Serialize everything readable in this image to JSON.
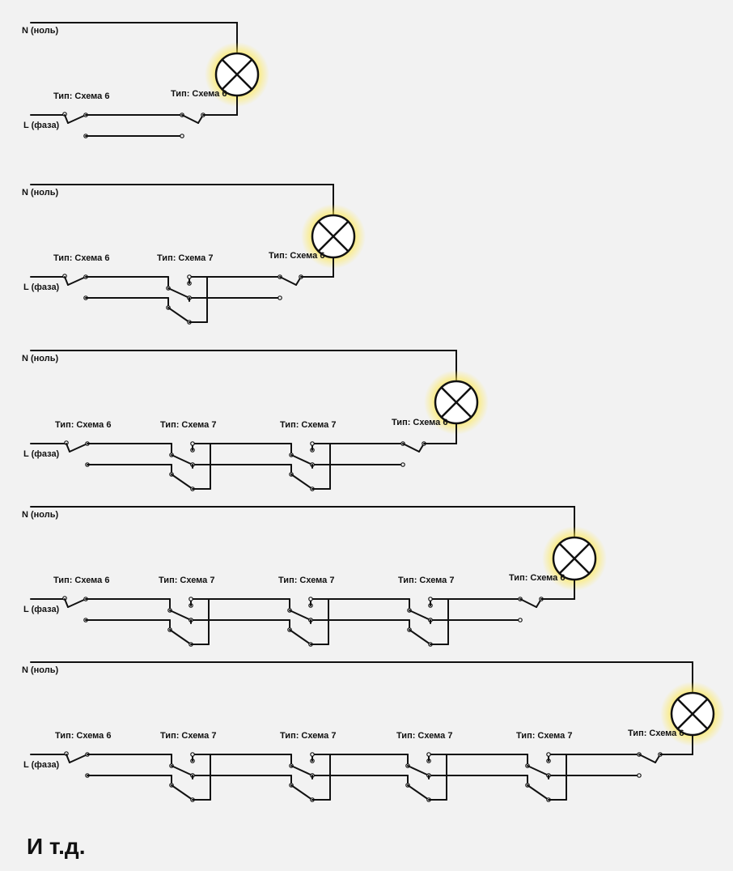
{
  "labels": {
    "neutral": "N (ноль)",
    "phase": "L (фаза)",
    "scheme6": "Тип: Схема 6",
    "scheme7": "Тип: Схема 7"
  },
  "colors": {
    "wire": "#111111",
    "lamp_glow": "#ffe84a",
    "background": "#f2f2f2"
  },
  "circuits": [
    {
      "switches": [
        "scheme6",
        "scheme6"
      ]
    },
    {
      "switches": [
        "scheme6",
        "scheme7",
        "scheme6"
      ]
    },
    {
      "switches": [
        "scheme6",
        "scheme7",
        "scheme7",
        "scheme6"
      ]
    },
    {
      "switches": [
        "scheme6",
        "scheme7",
        "scheme7",
        "scheme7",
        "scheme6"
      ]
    },
    {
      "switches": [
        "scheme6",
        "scheme7",
        "scheme7",
        "scheme7",
        "scheme7",
        "scheme6"
      ]
    }
  ],
  "footer": "И т.д."
}
